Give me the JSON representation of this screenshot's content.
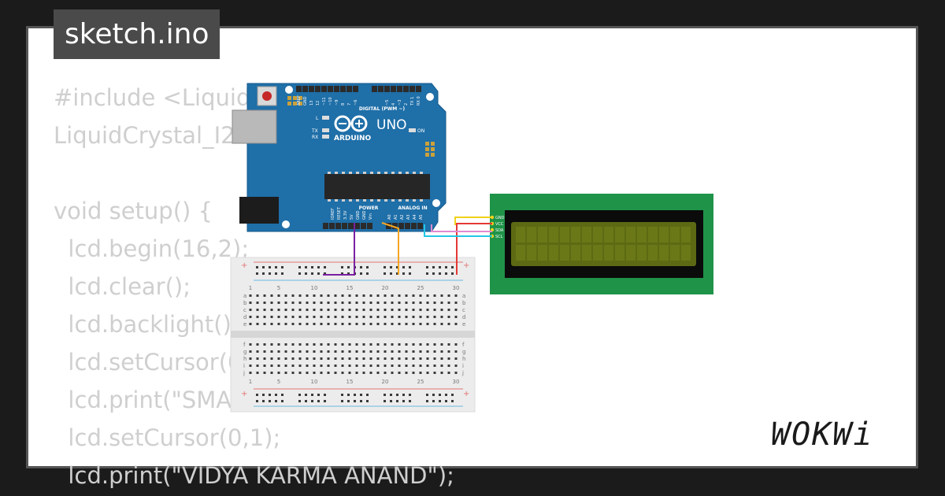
{
  "tab": {
    "filename": "sketch.ino"
  },
  "code": {
    "lines": [
      "#include <LiquidCrystal_I2C.h>",
      "LiquidCrystal_I2C lcd(0x27,16,2);",
      "",
      "void setup() {",
      "  lcd.begin(16,2);",
      "  lcd.clear();",
      "  lcd.backlight();",
      "  lcd.setCursor(0,0);",
      "  lcd.print(\"SMART WIRING\");",
      "  lcd.setCursor(0,1);",
      "  lcd.print(\"VIDYA KARMA ANAND\");"
    ]
  },
  "arduino": {
    "brand": "ARDUINO",
    "model": "UNO",
    "digital_label": "DIGITAL (PWM ~)",
    "power_label": "POWER",
    "analog_label": "ANALOG IN",
    "on_label": "ON",
    "l_label": "L",
    "tx_label": "TX",
    "rx_label": "RX",
    "digital_pins": [
      "AREF",
      "GND",
      "13",
      "12",
      "~11",
      "~10",
      "~9",
      "8",
      "7",
      "~6",
      "~5",
      "4",
      "~3",
      "2",
      "TX 1",
      "RX 0"
    ],
    "power_pins": [
      "IOREF",
      "RESET",
      "3.3V",
      "5V",
      "GND",
      "GND",
      "Vin"
    ],
    "analog_pins": [
      "A0",
      "A1",
      "A2",
      "A3",
      "A4",
      "A5"
    ]
  },
  "lcd": {
    "pins": [
      "GND",
      "VCC",
      "SDA",
      "SCL"
    ]
  },
  "breadboard": {
    "columns": [
      "1",
      "5",
      "10",
      "15",
      "20",
      "25",
      "30"
    ],
    "rows_top": [
      "a",
      "b",
      "c",
      "d",
      "e"
    ],
    "rows_bottom": [
      "f",
      "g",
      "h",
      "i",
      "j"
    ]
  },
  "logo": {
    "text": "WOKWi"
  },
  "colors": {
    "arduino_blue": "#1f6fa8",
    "lcd_green": "#1f9348",
    "lcd_screen": "#5d6a13",
    "wire_purple": "#7b1fa2",
    "wire_orange": "#f5a623",
    "wire_red": "#e53935",
    "wire_yellow": "#f1d21c",
    "wire_cyan": "#23c7e6"
  }
}
